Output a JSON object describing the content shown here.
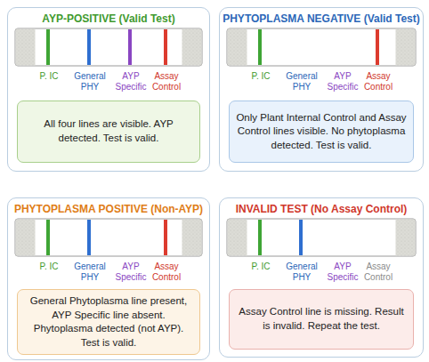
{
  "diagram": {
    "nodes": [
      {
        "text": [
          "AYP-POSITIVE (Valid Test)"
        ]
      },
      {
        "text": [
          "All four lines are visible. AYP detected. Test is valid."
        ],
        "in": 0
      },
      {
        "text": [
          "PHYTOPLASMA NEGATIVE (Valid Test)"
        ]
      },
      {
        "text": [
          "Only Plant Internal Control and Assay Control lines visible. No phytoplasma detected. Test is valid."
        ],
        "in": 2
      },
      {
        "text": [
          "PHYTOPLASMA POSITIVE (Non-AYP)"
        ]
      },
      {
        "text": [
          "General Phytoplasma line present, AYP Specific line absent. Phytoplasma detected (not AYP). Test is valid."
        ],
        "in": 4
      },
      {
        "text": [
          "INVALID TEST (No Assay Control)"
        ]
      },
      {
        "text": [
          "Assay Control line is missing. Result is invalid. Repeat the test."
        ],
        "in": 6
      }
    ],
    "labels": [
      "P. IC",
      "General PHY",
      "AYP Specific",
      "Assay Control",
      "P. IC",
      "General PHY",
      "AYP Specific",
      "Assay Control",
      "P. IC",
      "General PHY",
      "AYP Specific",
      "Assay Control",
      "P. IC",
      "General PHY",
      "AYP Specific",
      "Assay Control"
    ]
  }
}
